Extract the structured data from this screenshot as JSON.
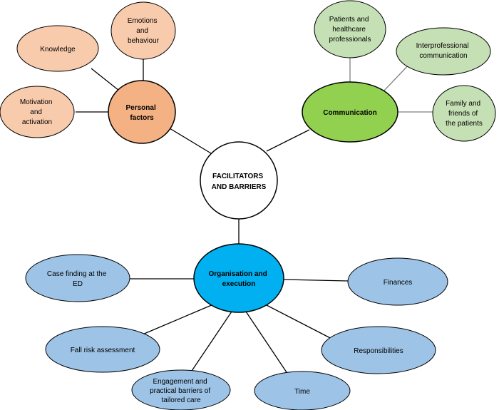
{
  "diagram": {
    "center": {
      "lines": [
        "FACILITATORS",
        "AND BARRIERS"
      ]
    },
    "personal_factors": {
      "hub": {
        "lines": [
          "Personal",
          "factors"
        ]
      },
      "color": "#F4B183",
      "sub_color": "#F8CBAD",
      "items": [
        {
          "lines": [
            "Emotions",
            "and",
            "behaviour"
          ]
        },
        {
          "lines": [
            "Knowledge"
          ]
        },
        {
          "lines": [
            "Motivation",
            "and",
            "activation"
          ]
        }
      ]
    },
    "communication": {
      "hub": {
        "lines": [
          "Communication"
        ]
      },
      "color": "#92D050",
      "sub_color": "#C5E0B4",
      "items": [
        {
          "lines": [
            "Patients and",
            "healthcare",
            "professionals"
          ]
        },
        {
          "lines": [
            "Interprofessional",
            "communication"
          ]
        },
        {
          "lines": [
            "Family and",
            "friends of",
            "the patients"
          ]
        }
      ]
    },
    "organisation": {
      "hub": {
        "lines": [
          "Organisation and",
          "execution"
        ]
      },
      "color": "#00B0F0",
      "sub_color": "#9DC3E6",
      "items": [
        {
          "lines": [
            "Case finding at the",
            "ED"
          ]
        },
        {
          "lines": [
            "Finances"
          ]
        },
        {
          "lines": [
            "Fall risk assessment"
          ]
        },
        {
          "lines": [
            "Responsibilities"
          ]
        },
        {
          "lines": [
            "Engagement and",
            "practical barriers of",
            "tailored care"
          ]
        },
        {
          "lines": [
            "Time"
          ]
        }
      ]
    },
    "outline_color": "#000000",
    "line_color": "#000000",
    "sub_line_color": "#7F7F7F"
  }
}
